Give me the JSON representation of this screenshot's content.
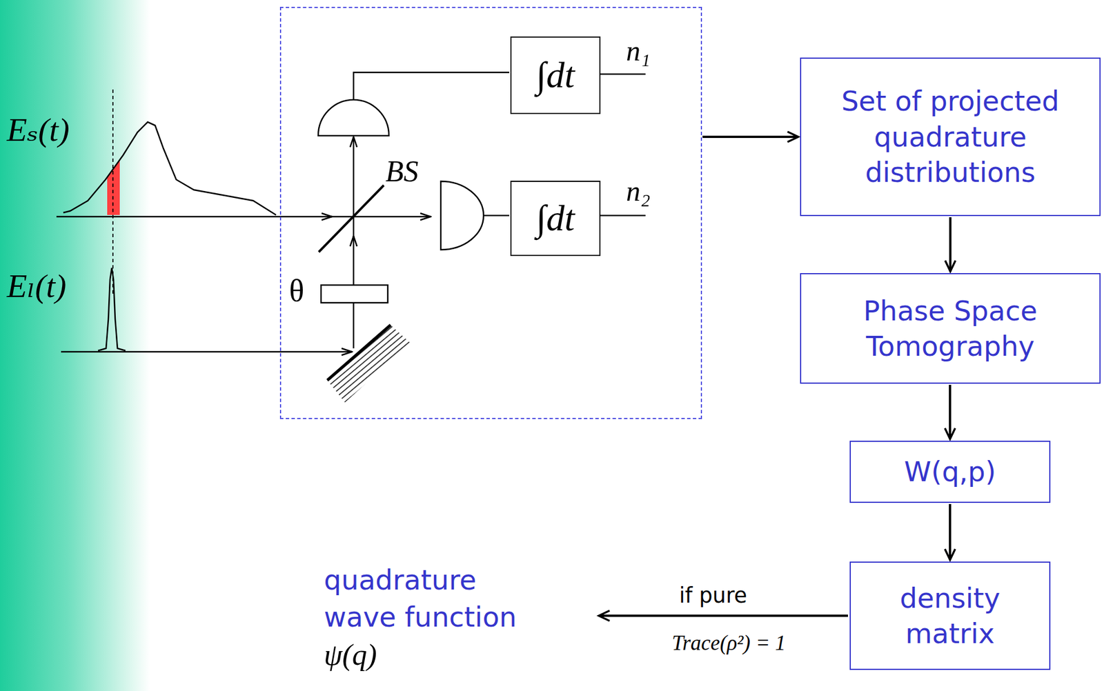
{
  "diagram": {
    "nodes": [
      {
        "text": [
          "BS",
          "θ"
        ]
      },
      {
        "text": [
          "∫dt"
        ],
        "in": 0
      },
      {
        "text": [
          "∫dt"
        ],
        "in": 0
      },
      {
        "text": [
          "Set of projected quadrature distributions"
        ]
      },
      {
        "text": [
          "Phase Space Tomography"
        ]
      },
      {
        "text": [
          "W(q,p)"
        ]
      },
      {
        "text": [
          "density matrix"
        ]
      },
      {
        "text": [
          "quadrature wave function",
          "ψ(q)"
        ]
      }
    ],
    "edges": [
      {
        "from": 0,
        "to": 3,
        "arrow": "to"
      },
      {
        "from": 3,
        "to": 4,
        "arrow": "to"
      },
      {
        "from": 4,
        "to": 5,
        "arrow": "to"
      },
      {
        "from": 5,
        "to": 6,
        "arrow": "to"
      },
      {
        "from": 6,
        "to": 7,
        "label": "if pure",
        "arrow": "to"
      }
    ],
    "labels": [
      "Eₛ(t)",
      "Eₗ(t)",
      "n₁",
      "n₂",
      "Trace(ρ²) = 1"
    ]
  }
}
